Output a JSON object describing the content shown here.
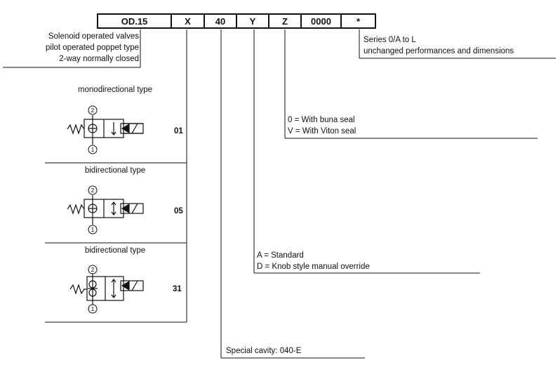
{
  "code": [
    {
      "id": "model",
      "label": "OD.15"
    },
    {
      "id": "x",
      "label": "X"
    },
    {
      "id": "cavity",
      "label": "40"
    },
    {
      "id": "override",
      "label": "Y"
    },
    {
      "id": "seal",
      "label": "Z"
    },
    {
      "id": "suffix",
      "label": "0000"
    },
    {
      "id": "series",
      "label": "*"
    }
  ],
  "description": {
    "line1": "Solenoid operated valves",
    "line2": "pilot operated poppet type",
    "line3": "2-way normally closed"
  },
  "series_note": {
    "line1": "Series 0/A to L",
    "line2": "unchanged performances and dimensions"
  },
  "seal": {
    "line1": "0 = With buna seal",
    "line2": "V = With Viton seal"
  },
  "override": {
    "line1": "A = Standard",
    "line2": "D = Knob style manual override"
  },
  "cavity_note": "Special cavity: 040-E",
  "types": [
    {
      "title": "monodirectional type",
      "code": "01",
      "port_top": "2",
      "port_bottom": "1"
    },
    {
      "title": "bidirectional type",
      "code": "05",
      "port_top": "2",
      "port_bottom": "1"
    },
    {
      "title": "bidirectional type",
      "code": "31",
      "port_top": "2",
      "port_bottom": "1"
    }
  ]
}
